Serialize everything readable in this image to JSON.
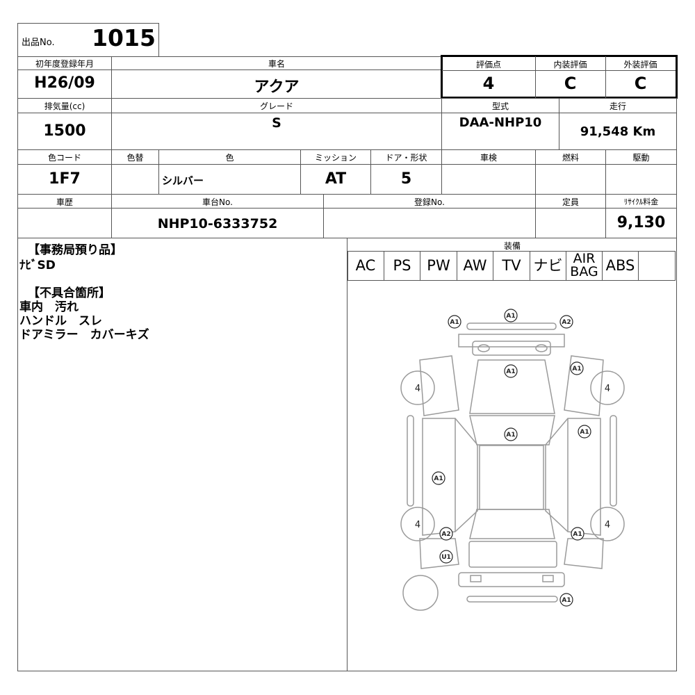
{
  "lot": {
    "label": "出品No.",
    "number": "1015"
  },
  "row1": {
    "year_label": "初年度登録年月",
    "year": "H26/09",
    "name_label": "車名",
    "name": "アクア",
    "score_label": "評価点",
    "score": "4",
    "interior_label": "内装評価",
    "interior": "C",
    "exterior_label": "外装評価",
    "exterior": "C"
  },
  "row2": {
    "cc_label": "排気量(cc)",
    "cc": "1500",
    "grade_label": "グレード",
    "grade": "S",
    "model_label": "型式",
    "model": "DAA-NHP10",
    "mileage_label": "走行",
    "mileage": "91,548 Km"
  },
  "row3": {
    "color_code_label": "色コード",
    "color_code": "1F7",
    "repaint_label": "色替",
    "repaint": "",
    "color_label": "色",
    "color": "シルバー",
    "mission_label": "ミッション",
    "mission": "AT",
    "door_label": "ドア・形状",
    "door": "5",
    "inspection_label": "車検",
    "inspection": "",
    "fuel_label": "燃料",
    "fuel": "",
    "drive_label": "駆動",
    "drive": ""
  },
  "row4": {
    "history_label": "車歴",
    "history": "",
    "chassis_label": "車台No.",
    "chassis": "NHP10-6333752",
    "reg_label": "登録No.",
    "reg": "",
    "capacity_label": "定員",
    "capacity": "",
    "recycle_label": "ﾘｻｲｸﾙ料金",
    "recycle": "9,130"
  },
  "notes": {
    "office_heading": "【事務局預り品】",
    "office_items": [
      "ﾅﾋﾞSD"
    ],
    "defects_heading": "【不具合箇所】",
    "defect_items": [
      "車内　汚れ",
      "ハンドル　スレ",
      "ドアミラー　カバーキズ"
    ]
  },
  "equipment": {
    "label": "装備",
    "items": [
      "AC",
      "PS",
      "PW",
      "AW",
      "TV",
      "ナビ",
      "AIR BAG",
      "ABS"
    ]
  },
  "diagram": {
    "tire_depth": "4",
    "marks": [
      "A1",
      "A1",
      "A2",
      "A1",
      "A1",
      "A1",
      "A1",
      "A1",
      "A2",
      "A1",
      "U1",
      "A1"
    ]
  }
}
